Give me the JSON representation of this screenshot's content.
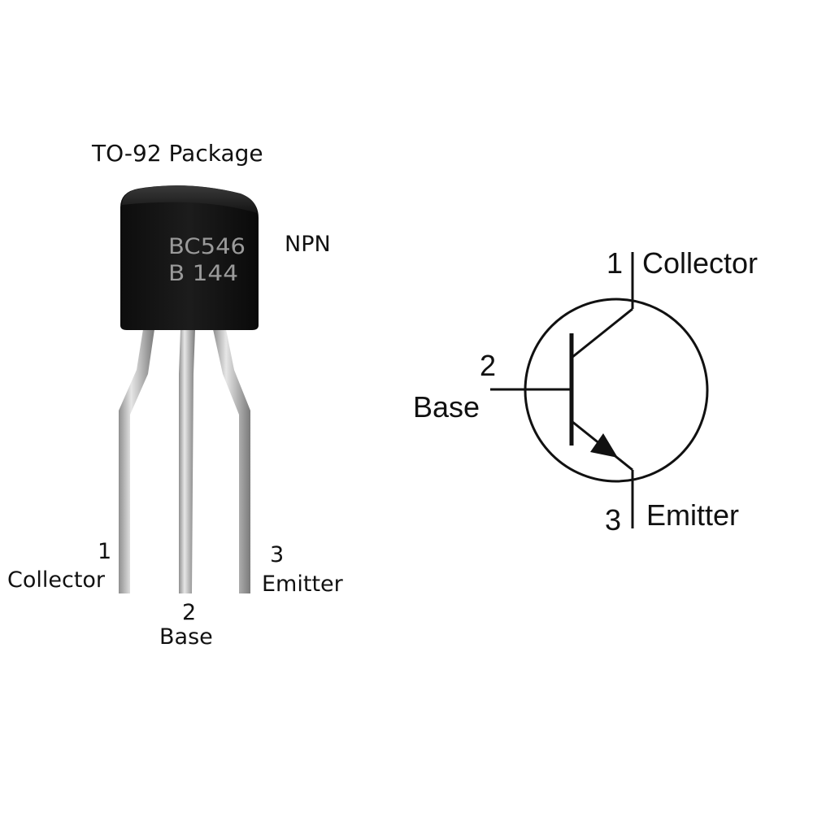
{
  "package": {
    "title": "TO-92 Package",
    "type": "NPN",
    "marking_line1": "BC546",
    "marking_line2": "B 144"
  },
  "physical_pins": {
    "collector": {
      "number": "1",
      "name": "Collector"
    },
    "base": {
      "number": "2",
      "name": "Base"
    },
    "emitter": {
      "number": "3",
      "name": "Emitter"
    }
  },
  "schematic": {
    "collector": {
      "number": "1",
      "name": "Collector"
    },
    "base": {
      "number": "2",
      "name": "Base"
    },
    "emitter": {
      "number": "3",
      "name": "Emitter"
    }
  },
  "colors": {
    "body": "#151515",
    "lead": "#c9c9c9",
    "line": "#111111"
  }
}
